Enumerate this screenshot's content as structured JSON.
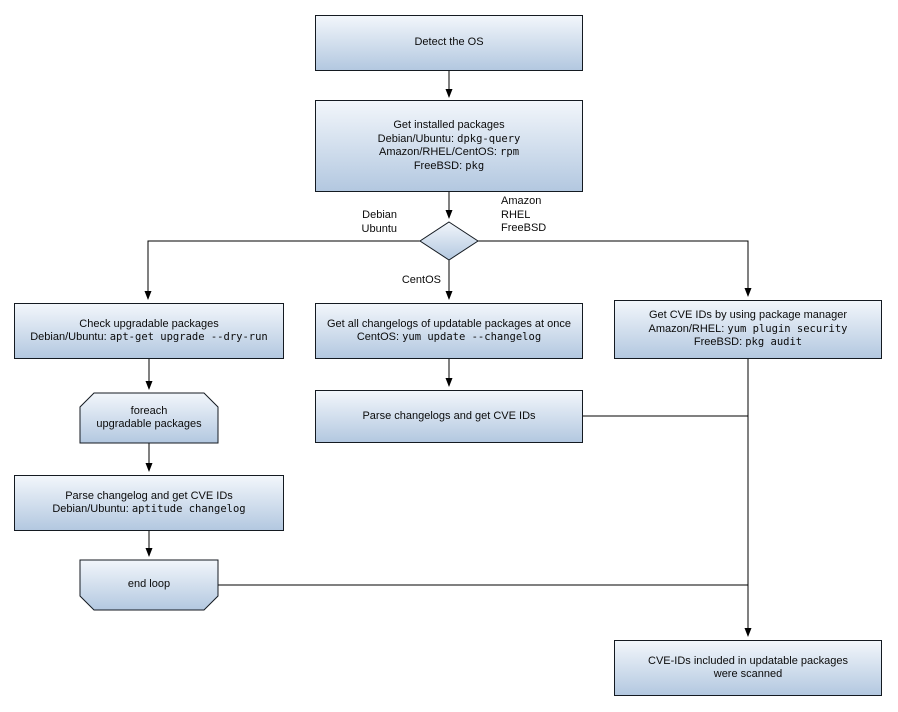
{
  "colors": {
    "box_fill_top": "#f2f6fb",
    "box_fill_bottom": "#b3c8e0",
    "box_border": "#141a21",
    "line": "#000000"
  },
  "nodes": {
    "detect_os": {
      "lines": [
        {
          "text": "Detect the OS",
          "code": ""
        }
      ]
    },
    "get_installed": {
      "lines": [
        {
          "text": "Get installed packages",
          "code": ""
        },
        {
          "text": "Debian/Ubuntu: ",
          "code": "dpkg-query"
        },
        {
          "text": "Amazon/RHEL/CentOS: ",
          "code": "rpm"
        },
        {
          "text": "FreeBSD: ",
          "code": "pkg"
        }
      ]
    },
    "check_upgradable": {
      "lines": [
        {
          "text": "Check upgradable packages",
          "code": ""
        },
        {
          "text": "Debian/Ubuntu: ",
          "code": "apt-get upgrade --dry-run"
        }
      ]
    },
    "get_changelogs": {
      "lines": [
        {
          "text": "Get all changelogs of updatable packages at once",
          "code": ""
        },
        {
          "text": "CentOS: ",
          "code": "yum update --changelog"
        }
      ]
    },
    "get_cve_ids": {
      "lines": [
        {
          "text": "Get CVE IDs by using package manager",
          "code": ""
        },
        {
          "text": "Amazon/RHEL: ",
          "code": "yum plugin security"
        },
        {
          "text": "FreeBSD: ",
          "code": "pkg audit"
        }
      ]
    },
    "foreach_loop": {
      "lines": [
        {
          "text": "foreach",
          "code": ""
        },
        {
          "text": "upgradable packages",
          "code": ""
        }
      ]
    },
    "parse_changelogs": {
      "lines": [
        {
          "text": "Parse changelogs and get CVE IDs",
          "code": ""
        }
      ]
    },
    "parse_changelog_each": {
      "lines": [
        {
          "text": "Parse changelog and get  CVE IDs",
          "code": ""
        },
        {
          "text": "Debian/Ubuntu: ",
          "code": "aptitude changelog"
        }
      ]
    },
    "end_loop": {
      "lines": [
        {
          "text": "end loop",
          "code": ""
        }
      ]
    },
    "scanned": {
      "lines": [
        {
          "text": "CVE-IDs included in updatable packages",
          "code": ""
        },
        {
          "text": "were scanned",
          "code": ""
        }
      ]
    }
  },
  "edge_labels": {
    "debian": {
      "lines": [
        "Debian",
        "Ubuntu"
      ]
    },
    "amazon": {
      "lines": [
        "Amazon",
        "RHEL",
        "FreeBSD"
      ]
    },
    "centos": "CentOS"
  }
}
